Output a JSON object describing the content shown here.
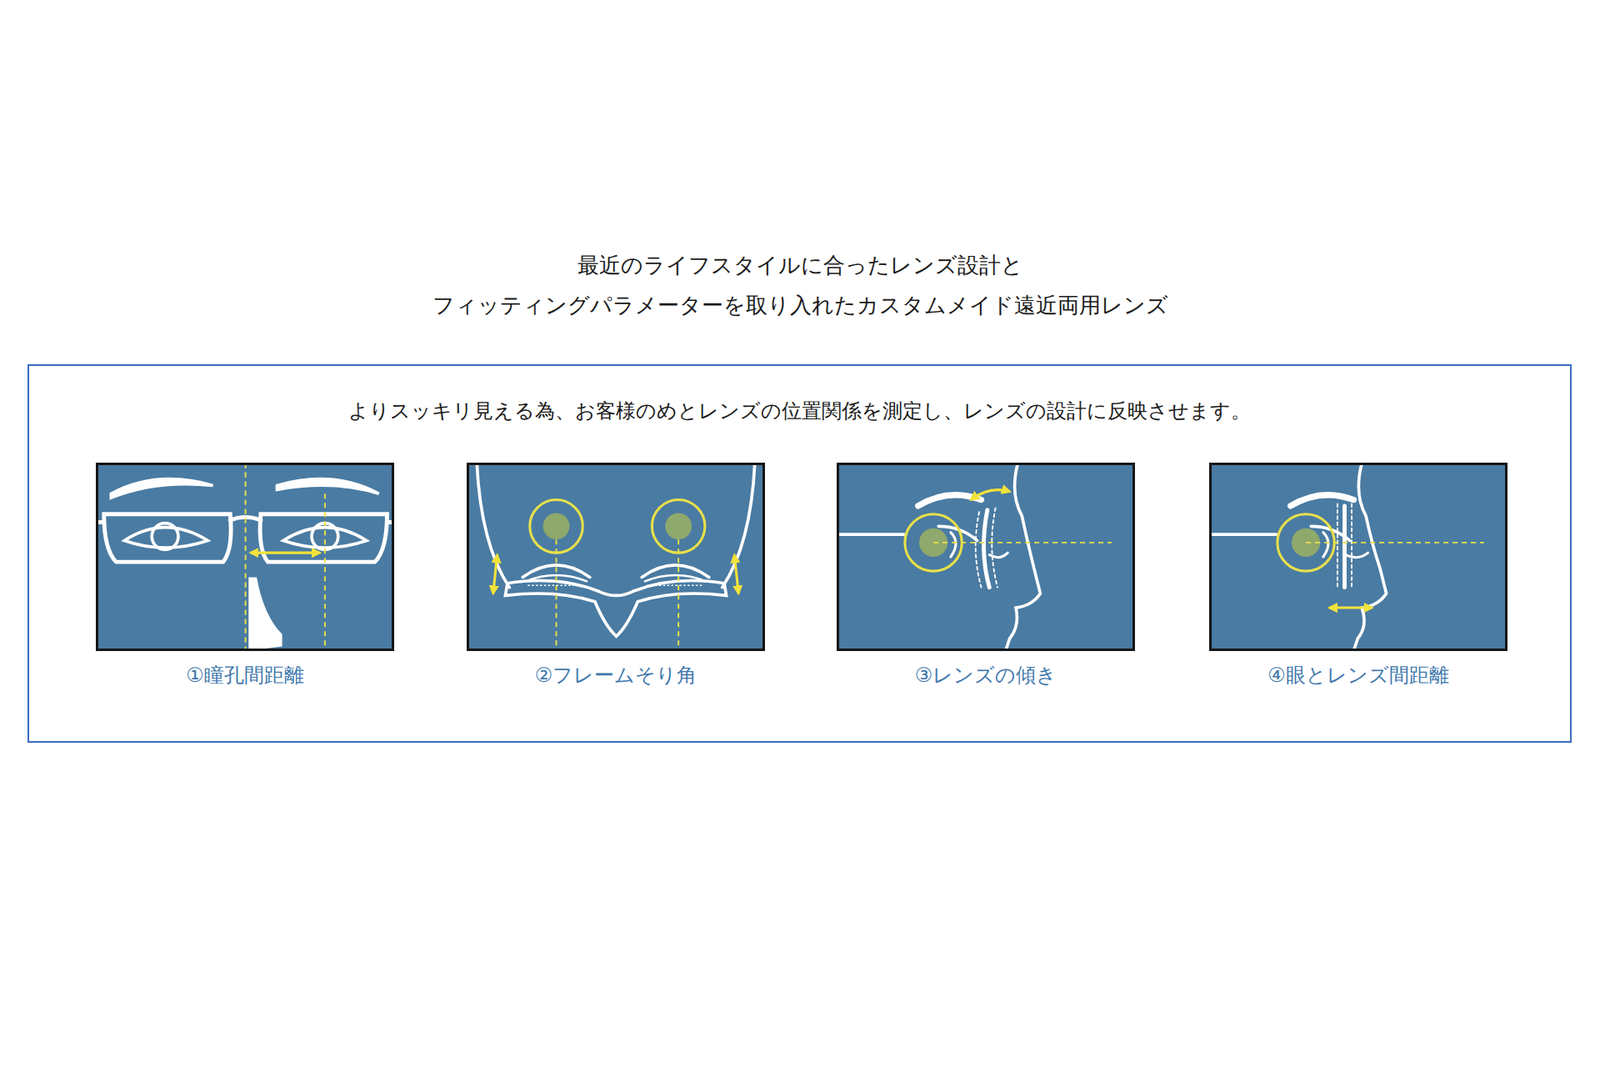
{
  "diagram": {
    "title": "最近のライフスタイルに合ったレンズ設計と フィッティングパラメーターを取り入れたカスタムメイド遠近両用レンズ",
    "nodes": [
      {
        "text": [
          "よりスッキリ見える為、お客様のめとレンズの位置関係を測定し、レンズの設計に反映させます。"
        ]
      },
      {
        "text": [
          "①瞳孔間距離"
        ],
        "in": 0
      },
      {
        "text": [
          "②フレームそり角"
        ],
        "in": 0
      },
      {
        "text": [
          "③レンズの傾き"
        ],
        "in": 0
      },
      {
        "text": [
          "④眼とレンズ間距離"
        ],
        "in": 0
      }
    ]
  }
}
